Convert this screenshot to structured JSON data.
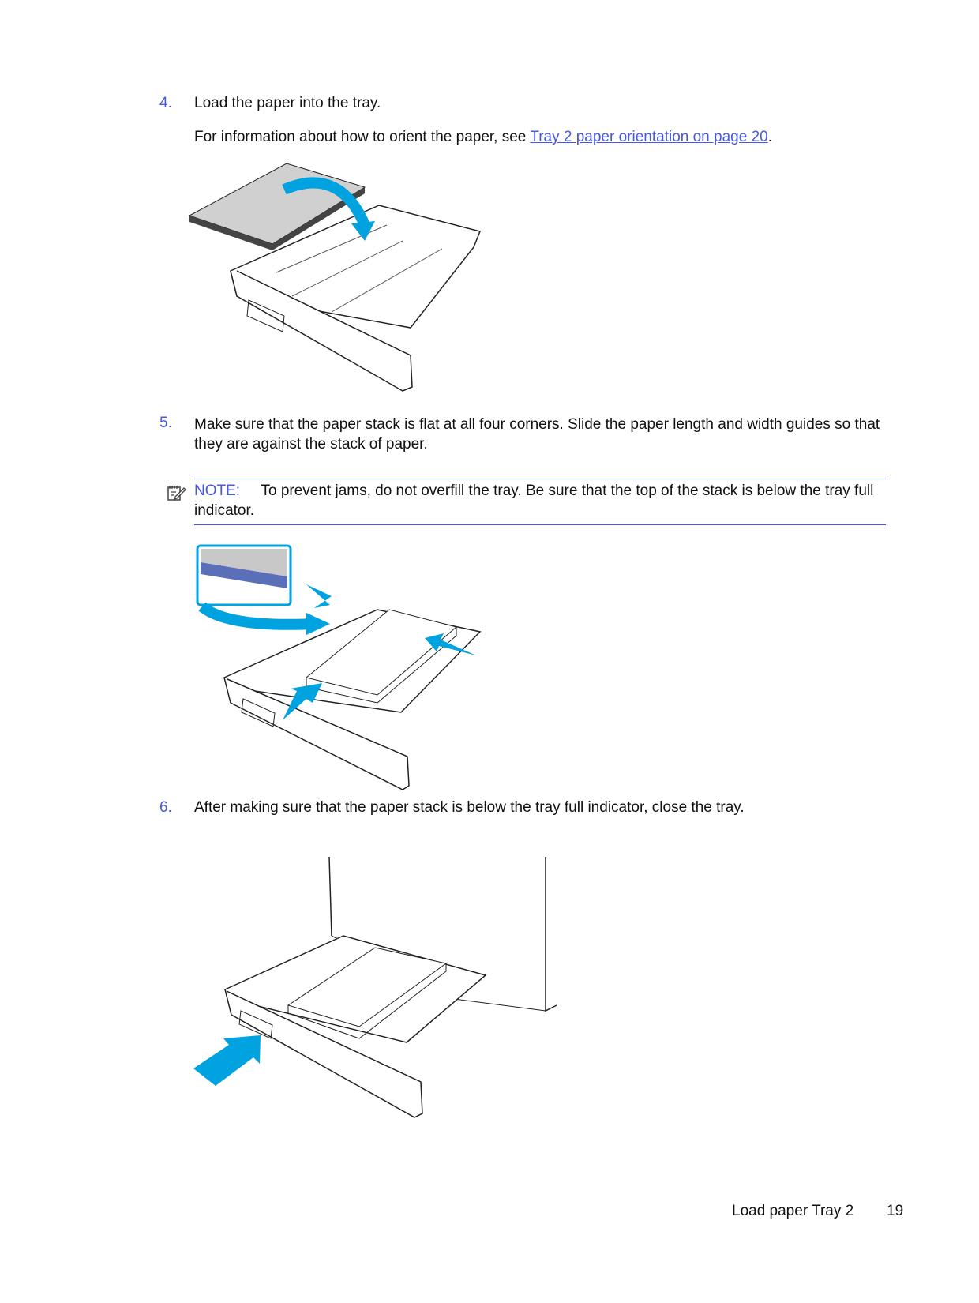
{
  "steps": [
    {
      "number": "4.",
      "text": "Load the paper into the tray.",
      "info_prefix": "For information about how to orient the paper, see ",
      "info_link": "Tray 2 paper orientation on page 20",
      "info_suffix": "."
    },
    {
      "number": "5.",
      "text": "Make sure that the paper stack is flat at all four corners. Slide the paper length and width guides so that they are against the stack of paper."
    },
    {
      "number": "6.",
      "text": "After making sure that the paper stack is below the tray full indicator, close the tray."
    }
  ],
  "note": {
    "label": "NOTE:",
    "text": "To prevent jams, do not overfill the tray. Be sure that the top of the stack is below the tray full indicator.",
    "icon": "note-pencil-icon"
  },
  "footer": {
    "section": "Load paper Tray 2",
    "page": "19"
  },
  "colors": {
    "accent": "#4658e8",
    "arrow": "#00a3e0"
  }
}
